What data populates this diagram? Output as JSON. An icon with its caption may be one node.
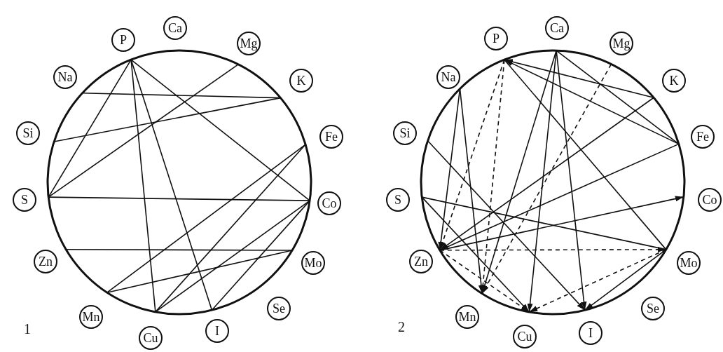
{
  "diagram": {
    "nodes": [
      {
        "text": [
          "P"
        ]
      },
      {
        "text": [
          "Ca"
        ]
      },
      {
        "text": [
          "Mg"
        ]
      },
      {
        "text": [
          "K"
        ]
      },
      {
        "text": [
          "Fe"
        ]
      },
      {
        "text": [
          "Co"
        ]
      },
      {
        "text": [
          "Mo"
        ]
      },
      {
        "text": [
          "Se"
        ]
      },
      {
        "text": [
          "I"
        ]
      },
      {
        "text": [
          "Cu"
        ]
      },
      {
        "text": [
          "Mn"
        ]
      },
      {
        "text": [
          "Zn"
        ]
      },
      {
        "text": [
          "S"
        ]
      },
      {
        "text": [
          "Si"
        ]
      },
      {
        "text": [
          "Na"
        ]
      },
      {
        "text": [
          "P"
        ]
      },
      {
        "text": [
          "Ca"
        ]
      },
      {
        "text": [
          "Mg"
        ]
      },
      {
        "text": [
          "K"
        ]
      },
      {
        "text": [
          "Fe"
        ]
      },
      {
        "text": [
          "Co"
        ]
      },
      {
        "text": [
          "Mo"
        ]
      },
      {
        "text": [
          "Se"
        ]
      },
      {
        "text": [
          "I"
        ]
      },
      {
        "text": [
          "Cu"
        ]
      },
      {
        "text": [
          "Mn"
        ]
      },
      {
        "text": [
          "Zn"
        ]
      },
      {
        "text": [
          "S"
        ]
      },
      {
        "text": [
          "Si"
        ]
      },
      {
        "text": [
          "Na"
        ]
      }
    ],
    "edges": [
      {
        "from": 0,
        "to": 12,
        "arrow": "none"
      },
      {
        "from": 0,
        "to": 5,
        "arrow": "none"
      },
      {
        "from": 0,
        "to": 9,
        "arrow": "none"
      },
      {
        "from": 0,
        "to": 8,
        "arrow": "none"
      },
      {
        "from": 14,
        "to": 3,
        "arrow": "none"
      },
      {
        "from": 13,
        "to": 3,
        "arrow": "none"
      },
      {
        "from": 2,
        "to": 12,
        "arrow": "none"
      },
      {
        "from": 12,
        "to": 5,
        "arrow": "none"
      },
      {
        "from": 11,
        "to": 6,
        "arrow": "none"
      },
      {
        "from": 4,
        "to": 10,
        "arrow": "none"
      },
      {
        "from": 4,
        "to": 9,
        "arrow": "none"
      },
      {
        "from": 5,
        "to": 9,
        "arrow": "none"
      },
      {
        "from": 5,
        "to": 8,
        "arrow": "none"
      },
      {
        "from": 6,
        "to": 10,
        "arrow": "none"
      },
      {
        "from": 18,
        "to": 15,
        "arrow": "to"
      },
      {
        "from": 19,
        "to": 15,
        "arrow": "to"
      },
      {
        "from": 16,
        "to": 19,
        "arrow": "none"
      },
      {
        "from": 15,
        "to": 26,
        "arrow": "to",
        "style": "dashed"
      },
      {
        "from": 15,
        "to": 25,
        "arrow": "to",
        "style": "dashed"
      },
      {
        "from": 17,
        "to": 25,
        "arrow": "to",
        "style": "dashed"
      },
      {
        "from": 29,
        "to": 26,
        "arrow": "to"
      },
      {
        "from": 29,
        "to": 25,
        "arrow": "to"
      },
      {
        "from": 28,
        "to": 23,
        "arrow": "to"
      },
      {
        "from": 27,
        "to": 24,
        "arrow": "to"
      },
      {
        "from": 27,
        "to": 21,
        "arrow": "none"
      },
      {
        "from": 16,
        "to": 25,
        "arrow": "to"
      },
      {
        "from": 16,
        "to": 24,
        "arrow": "to"
      },
      {
        "from": 16,
        "to": 23,
        "arrow": "to"
      },
      {
        "from": 15,
        "to": 21,
        "arrow": "none"
      },
      {
        "from": 26,
        "to": 20,
        "arrow": "to"
      },
      {
        "from": 18,
        "to": 26,
        "arrow": "to"
      },
      {
        "from": 19,
        "to": 26,
        "arrow": "to"
      },
      {
        "from": 26,
        "to": 21,
        "arrow": "to",
        "style": "dashed"
      },
      {
        "from": 26,
        "to": 24,
        "arrow": "to",
        "style": "dashed"
      },
      {
        "from": 21,
        "to": 24,
        "arrow": "to",
        "style": "dashed"
      },
      {
        "from": 21,
        "to": 23,
        "arrow": "to"
      }
    ],
    "labels": [
      "1",
      "2"
    ]
  }
}
